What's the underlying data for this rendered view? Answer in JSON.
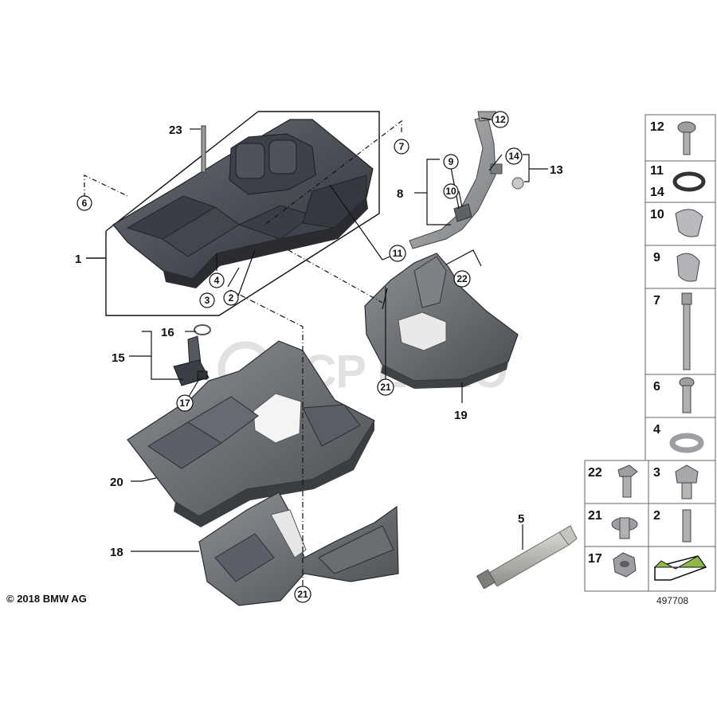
{
  "diagram": {
    "copyright": "© 2018 BMW AG",
    "reference_number": "497708",
    "watermark": "FCP EURO",
    "callouts": {
      "c1": "1",
      "c2": "2",
      "c3": "3",
      "c4": "4",
      "c5": "5",
      "c6": "6",
      "c7": "7",
      "c8": "8",
      "c9": "9",
      "c10": "10",
      "c11": "11",
      "c12": "12",
      "c13": "13",
      "c14": "14",
      "c15": "15",
      "c16": "16",
      "c17": "17",
      "c18": "18",
      "c19": "19",
      "c20": "20",
      "c21a": "21",
      "c21b": "21",
      "c22": "22",
      "c23": "23"
    },
    "legend": {
      "l12": "12",
      "l11": "11",
      "l14": "14",
      "l10": "10",
      "l9": "9",
      "l7": "7",
      "l6": "6",
      "l4": "4",
      "l22": "22",
      "l3": "3",
      "l21": "21",
      "l2": "2",
      "l17": "17"
    }
  }
}
